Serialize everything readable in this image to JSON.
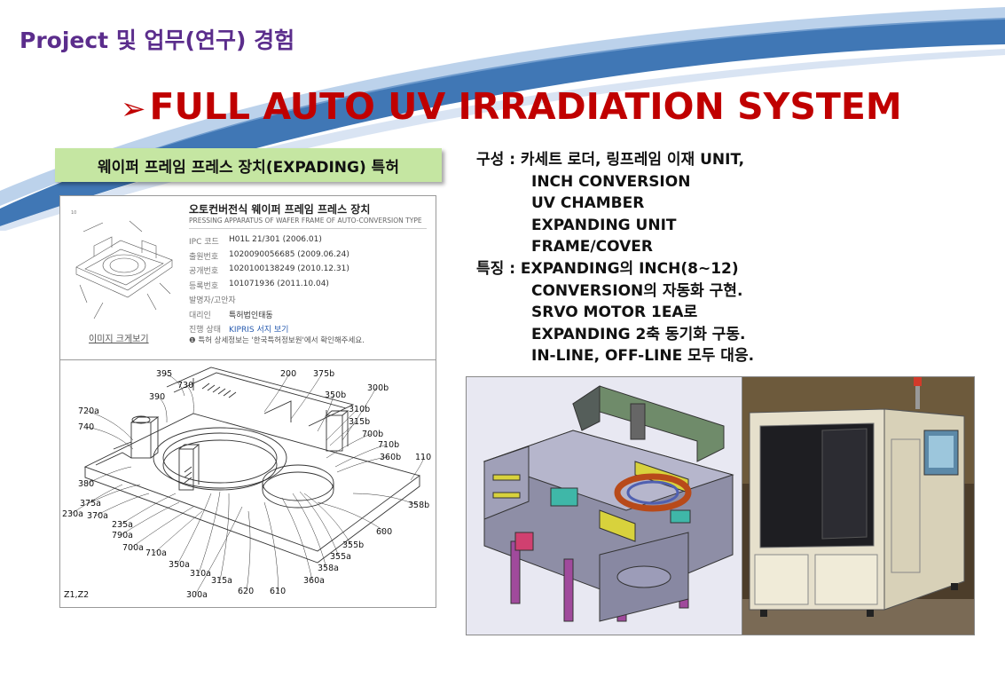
{
  "slide": {
    "header": "Project 및 업무(연구) 경험",
    "title_bullet": "➢",
    "title": "FULL AUTO UV IRRADIATION SYSTEM"
  },
  "patent": {
    "label": "웨이퍼 프레임 프레스 장치(EXPADING) 특허",
    "title_kr": "오토컨버전식 웨이퍼 프레임 프레스 장치",
    "title_en": "PRESSING APPARATUS OF WAFER FRAME OF AUTO-CONVERSION TYPE",
    "image_link": "이미지 크게보기",
    "rows": [
      {
        "k": "IPC 코드",
        "v": "H01L 21/301 (2006.01)"
      },
      {
        "k": "출원번호",
        "v": "1020090056685 (2009.06.24)"
      },
      {
        "k": "공개번호",
        "v": "1020100138249 (2010.12.31)"
      },
      {
        "k": "등록번호",
        "v": "101071936 (2011.10.04)"
      },
      {
        "k": "발명자/고안자",
        "v": ""
      },
      {
        "k": "대리인",
        "v": "특허법인태동"
      },
      {
        "k": "진행 상태",
        "v": "KIPRIS 서지 보기"
      }
    ],
    "note": "❶ 특허 상세정보는 '한국특허정보원'에서 확인해주세요.",
    "drawing_labels": [
      "395",
      "730",
      "200",
      "375b",
      "350b",
      "300b",
      "390",
      "720a",
      "310b",
      "315b",
      "740",
      "700b",
      "710b",
      "360b",
      "110",
      "380",
      "375a",
      "230a",
      "370a",
      "235a",
      "790a",
      "700a",
      "710a",
      "350a",
      "310a",
      "315a",
      "300a",
      "620",
      "610",
      "360a",
      "358a",
      "355a",
      "355b",
      "600",
      "358b",
      "Z1,Z2"
    ]
  },
  "spec": {
    "lines": [
      "구성 : 카세트 로더, 링프레임 이재 UNIT,",
      "INCH CONVERSION",
      "UV CHAMBER",
      "EXPANDING UNIT",
      "FRAME/COVER",
      "특징 : EXPANDING의 INCH(8~12)",
      "CONVERSION의 자동화 구현.",
      "SRVO MOTOR 1EA로",
      "EXPANDING 2축 동기화 구동.",
      "IN-LINE, OFF-LINE 모두 대응."
    ]
  },
  "colors": {
    "header": "#5b2d8c",
    "title": "#c00000",
    "label_bg": "#c5e6a2",
    "swoosh": "#1f5fa8"
  }
}
